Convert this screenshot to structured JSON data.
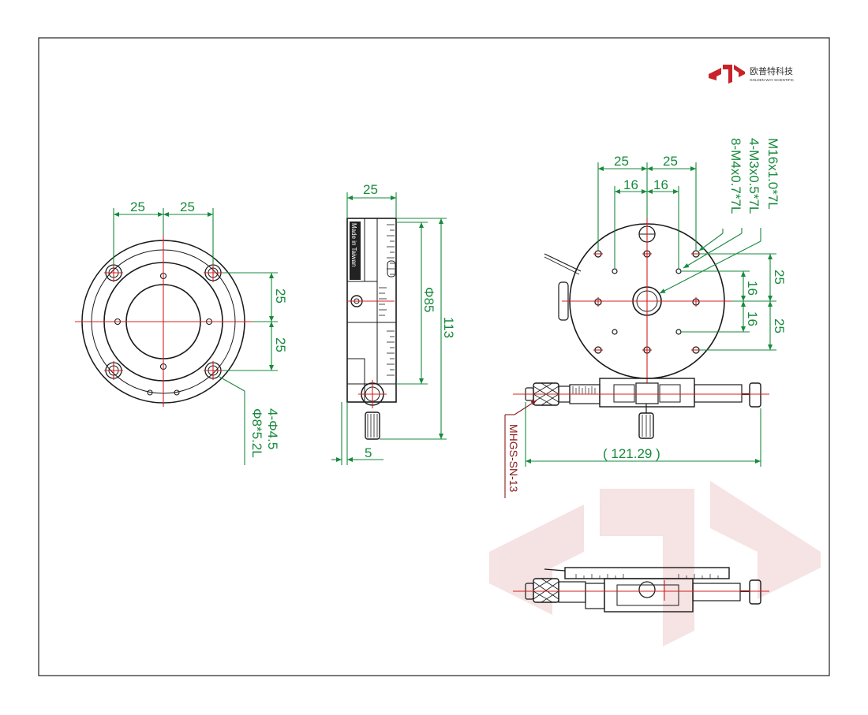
{
  "brand": {
    "name": "欧普特科技",
    "tagline": "GOLDEN WAY SCIENTIFIC",
    "accent": "#c8232a"
  },
  "colors": {
    "dimension": "#178a3c",
    "centerline": "#d42020",
    "outline": "#1a1a1a",
    "model_label": "#8b1a1a"
  },
  "front_view": {
    "dim_25_left": "25",
    "dim_25_right": "25",
    "dim_25_upper": "25",
    "dim_25_lower": "25",
    "hole_callout_line1": "4-Φ4.5",
    "hole_callout_line2": "Φ8*5.2L"
  },
  "side_view": {
    "dim_width": "25",
    "dim_diameter": "Φ85",
    "dim_height": "113",
    "dim_offset": "5",
    "made_in": "Made in Taiwan"
  },
  "top_view": {
    "dim_25_left": "25",
    "dim_25_right": "25",
    "dim_16_left": "16",
    "dim_16_right": "16",
    "callout_m16": "M16x1.0*7L",
    "callout_m3": "4-M3x0.5*7L",
    "callout_m4": "8-M4x0.7*7L",
    "dim_25_upper": "25",
    "dim_16_upper": "16",
    "dim_16_lower": "16",
    "dim_25_lower": "25",
    "dim_total": "( 121.29 )",
    "model": "MHGS-SN-13"
  }
}
